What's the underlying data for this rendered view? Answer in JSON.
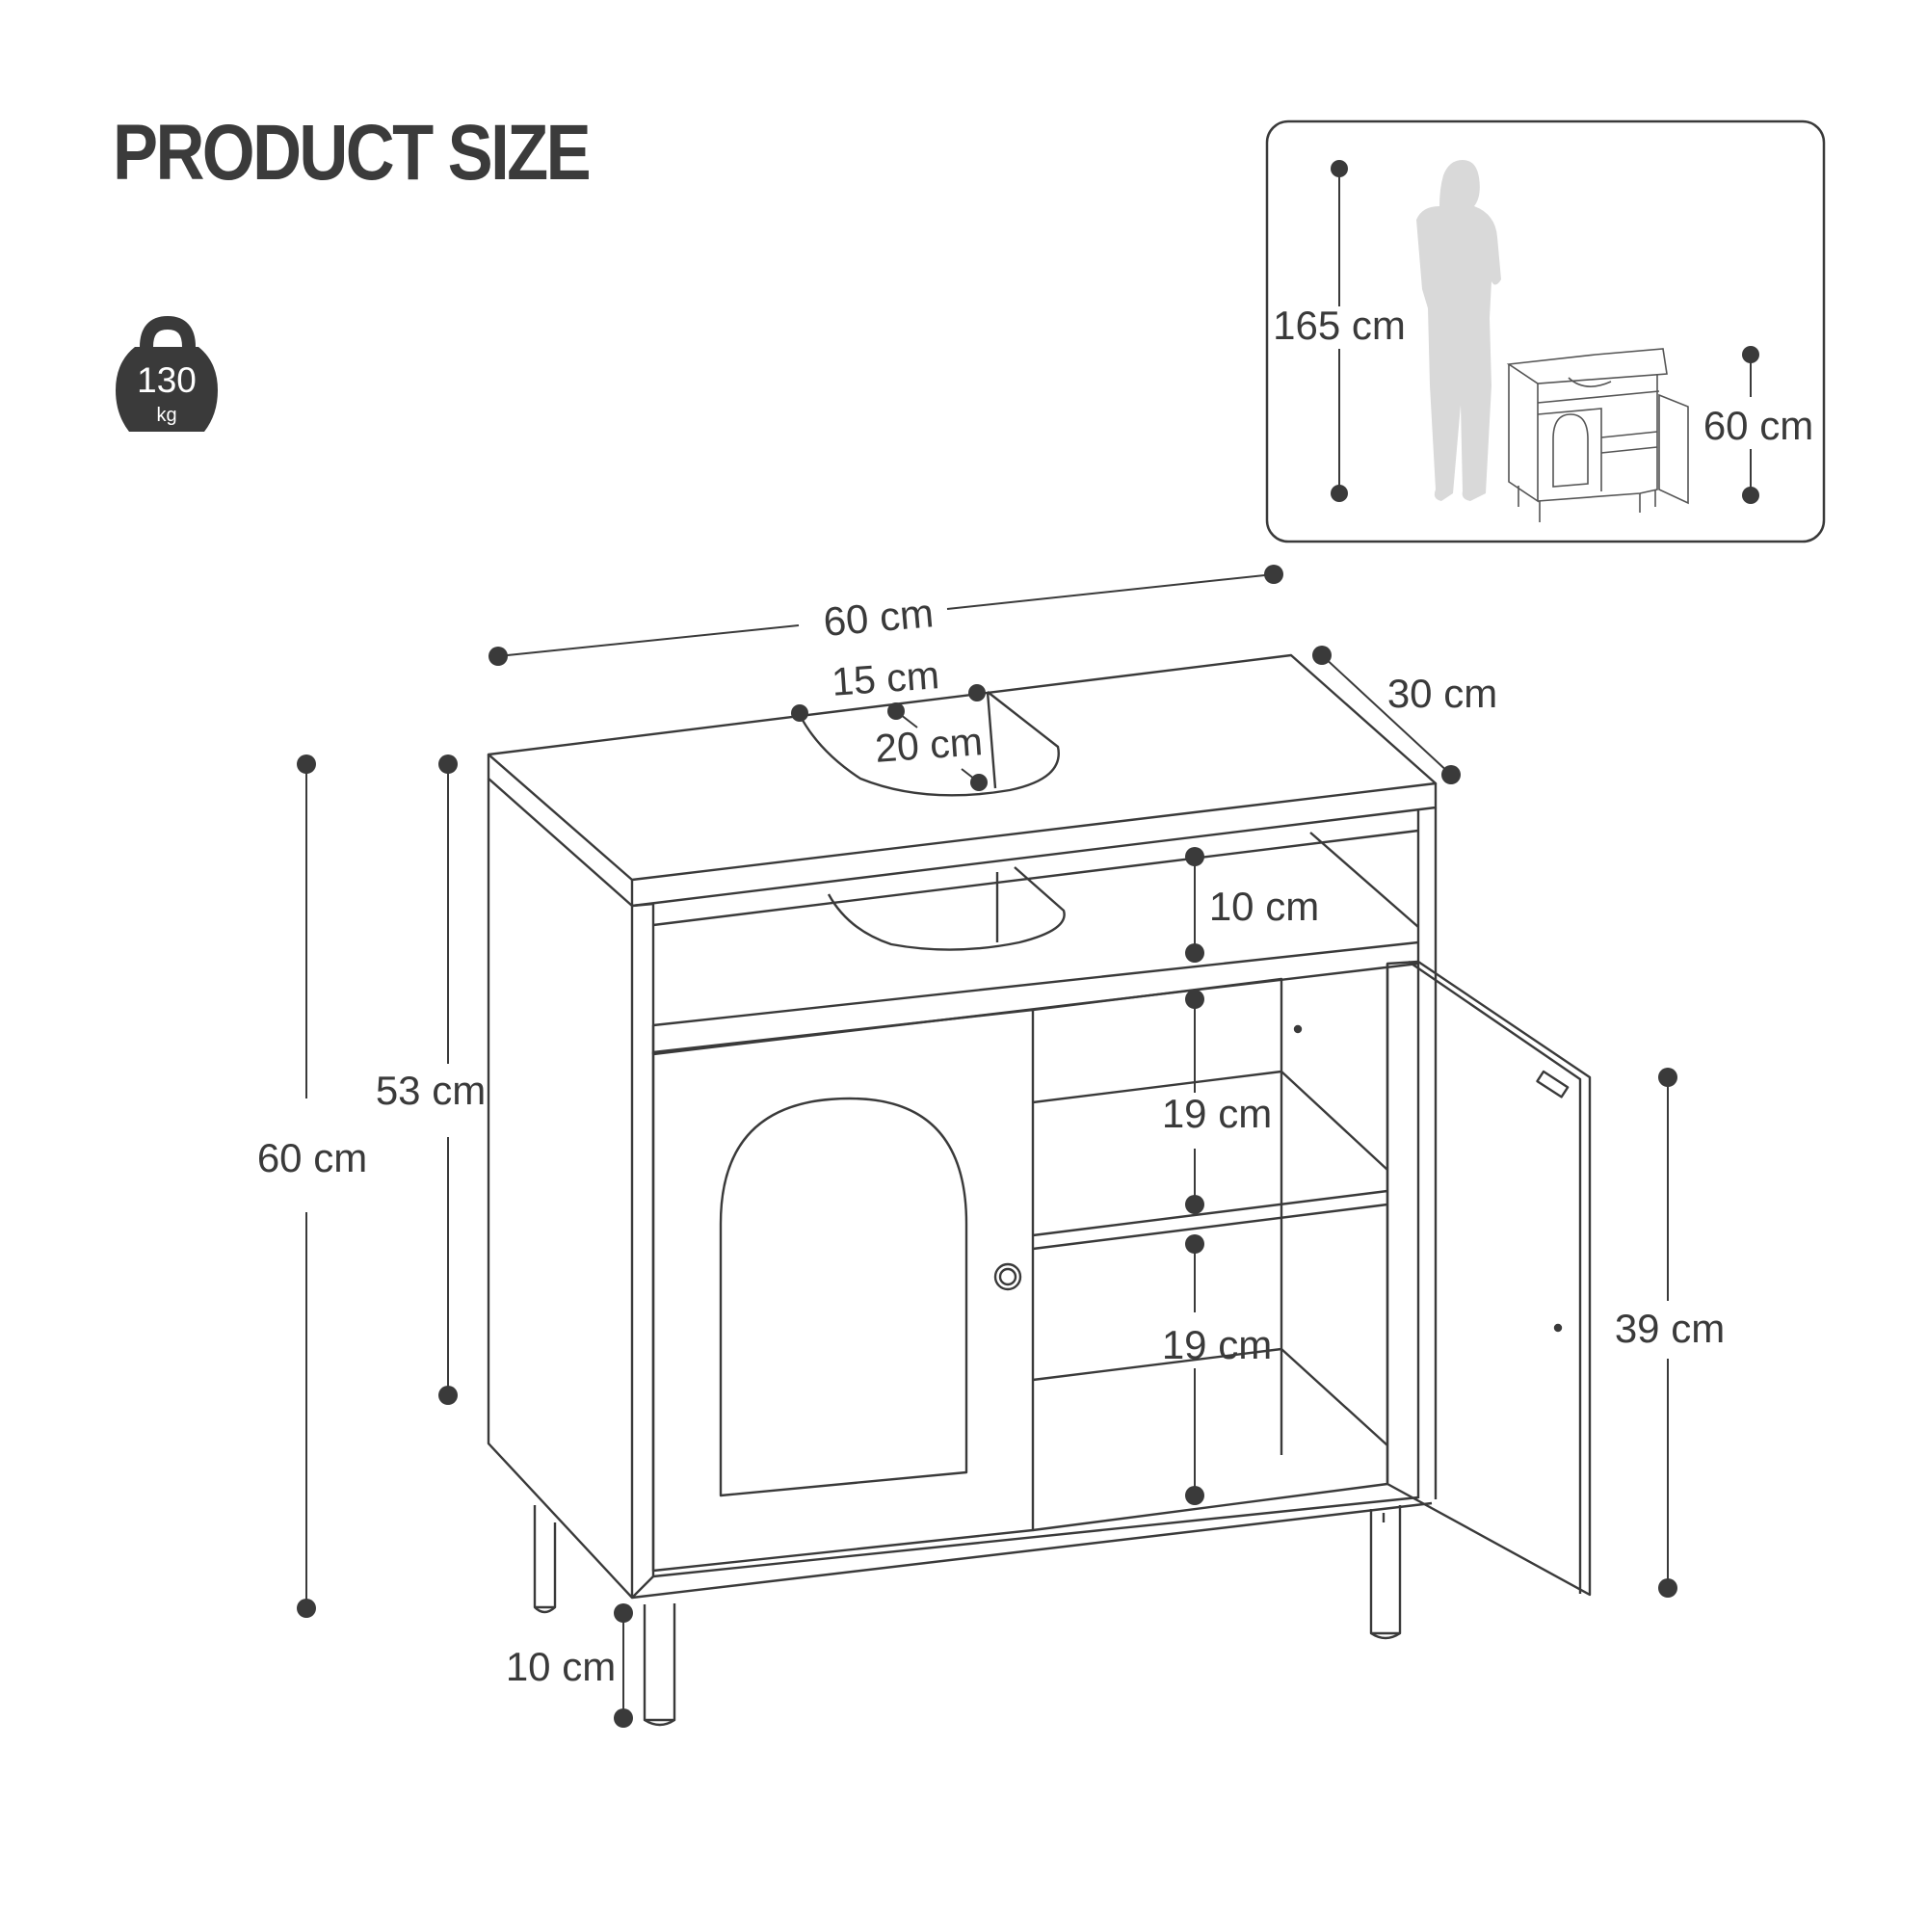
{
  "header": {
    "title": "PRODUCT SIZE"
  },
  "weight_badge": {
    "value": "130",
    "unit": "kg",
    "icon": "kettlebell-icon"
  },
  "reference_panel": {
    "person_height_label": "165 cm",
    "cabinet_height_label": "60 cm",
    "icons": [
      "person-silhouette-icon",
      "cabinet-thumbnail-icon"
    ]
  },
  "dimensions": {
    "width": "60 cm",
    "depth": "30 cm",
    "cutout_width": "15 cm",
    "cutout_depth": "20 cm",
    "total_height": "60 cm",
    "body_height": "53 cm",
    "top_compartment": "10 cm",
    "shelf_upper": "19 cm",
    "shelf_lower": "19 cm",
    "door_height": "39 cm",
    "leg_height": "10 cm"
  },
  "colors": {
    "line": "#3a3a3a",
    "dot": "#3a3a3a",
    "silhouette": "#d9d9d9",
    "background": "#ffffff"
  }
}
